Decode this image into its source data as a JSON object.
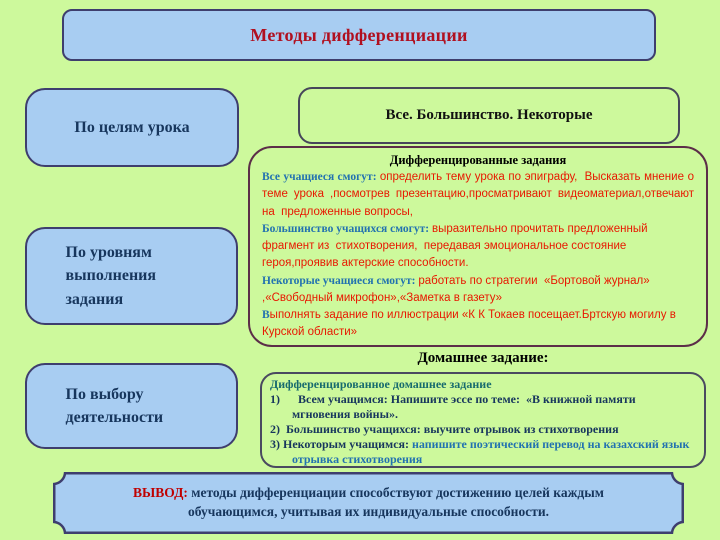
{
  "title": {
    "text": "Методы дифференциации"
  },
  "left_boxes": [
    {
      "label": "По целям урока"
    },
    {
      "label": "По уровням выполнения задания"
    },
    {
      "label": "По выбору деятельности"
    }
  ],
  "top_right_box": {
    "text": "Все. Большинство. Некоторые"
  },
  "tasks_box": {
    "heading": "Дифференцированные задания",
    "paragraphs": [
      {
        "segments": [
          {
            "t": "Все учащиеся смогут: ",
            "c": "label"
          },
          {
            "t": "определить тему урока по эпиграфу,  Высказать мнение о теме урока ,посмотрев презентацию,просматривают видеоматериал,отвечают на  предложенные вопросы,",
            "c": "red"
          }
        ]
      },
      {
        "segments": [
          {
            "t": "Большинство учащихся смогут: ",
            "c": "label"
          },
          {
            "t": "выразительно прочитать предложенный фрагмент из  стихотворения,  передавая эмоциональное состояние героя,проявив актерские способности.",
            "c": "red"
          }
        ]
      },
      {
        "segments": [
          {
            "t": "Некоторые учащиеся смогут: ",
            "c": "label"
          },
          {
            "t": "работать по стратегии  «Бортовой журнал» ,«Свободный микрофон»,«Заметка в газету»",
            "c": "red"
          }
        ]
      },
      {
        "segments": [
          {
            "t": "В",
            "c": "label"
          },
          {
            "t": "ыполнять задание по иллюстрации «К К Токаев посещает.Бртскую могилу в Курской области»",
            "c": "red"
          }
        ]
      }
    ]
  },
  "homework": {
    "heading": "Домашнее задание:",
    "box_title": "Дифференцированное домашнее задание",
    "items": [
      {
        "segments": [
          {
            "t": "1)      Всем учащимся: Напишите эссе по теме:  «В книжной памяти мгновения войны».",
            "c": "navy"
          }
        ]
      },
      {
        "segments": [
          {
            "t": "2)  Большинство учащихся: выучите отрывок из стихотворения",
            "c": "navy"
          }
        ]
      },
      {
        "segments": [
          {
            "t": "3) Некоторым учащимся: ",
            "c": "navy"
          },
          {
            "t": "напишите поэтический перевод на казахский язык отрывка стихотворения",
            "c": "steel"
          }
        ]
      }
    ]
  },
  "conclusion": {
    "label": "ВЫВОД:",
    "text": " методы дифференциации способствуют достижению целей каждым обучающимся, учитывая их индивидуальные способности."
  },
  "colors": {
    "background": "#cdf99c",
    "box_blue": "#a8cdf2",
    "border_slate": "#3e3e6e",
    "border_maroon": "#5c2e48",
    "title_red": "#b01020",
    "navy": "#17365d",
    "label_blue": "#2272b0",
    "body_red": "#e81800",
    "teal": "#176b6e"
  }
}
